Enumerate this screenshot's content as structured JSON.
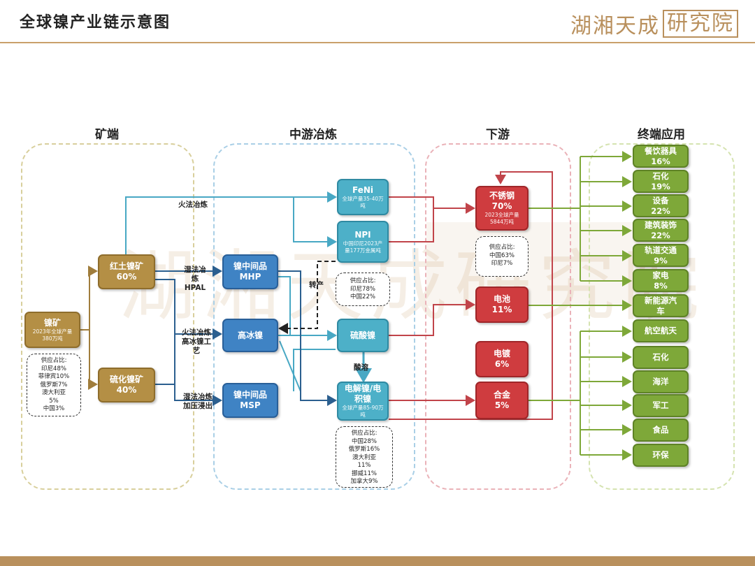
{
  "header": {
    "title": "全球镍产业链示意图",
    "logo_text": "湖湘天成",
    "logo_box_text": "研究院",
    "watermark": "湖湘天成研究院"
  },
  "regions": {
    "mine": "矿端",
    "midstream": "中游冶炼",
    "downstream": "下游",
    "terminal": "终端应用"
  },
  "nodes": {
    "nickel_ore": {
      "name": "镍矿",
      "sub": "2023年全球产量380万吨"
    },
    "laterite": {
      "name": "红土镍矿60%"
    },
    "sulfide": {
      "name": "硫化镍矿",
      "sub": "40%"
    },
    "mhp": {
      "name": "镍中间品MHP"
    },
    "matte": {
      "name": "高冰镍"
    },
    "msp": {
      "name": "镍中间品MSP"
    },
    "feni": {
      "name": "FeNi",
      "sub": "全球产量35-40万吨"
    },
    "npi": {
      "name": "NPI",
      "sub": "中国印尼2023产量177万金属吨"
    },
    "nickel_sulfate": {
      "name": "硫酸镍"
    },
    "electro_nickel": {
      "name": "电解镍/电积镍",
      "sub": "全球产量85-90万吨"
    },
    "stainless": {
      "name": "不锈钢",
      "pct": "70%",
      "sub": "2023全球产量5844万吨"
    },
    "battery": {
      "name": "电池",
      "pct": "11%"
    },
    "plating": {
      "name": "电镀",
      "pct": "6%"
    },
    "alloy": {
      "name": "合金",
      "pct": "5%"
    }
  },
  "supply_boxes": {
    "ore": [
      "供应占比:",
      "印尼48%",
      "菲律宾10%",
      "俄罗斯7%",
      "澳大利亚",
      "5%",
      "中国3%"
    ],
    "stainless": [
      "供应占比:",
      "中国63%",
      "印尼7%"
    ],
    "sulfate": [
      "供应占比:",
      "印尼78%",
      "中国22%"
    ],
    "electro": [
      "供应占比:",
      "中国28%",
      "俄罗斯16%",
      "澳大利亚",
      "11%",
      "挪威11%",
      "加拿大9%"
    ]
  },
  "edge_labels": {
    "pyro": "火法冶炼",
    "hpal_1": "湿法冶",
    "hpal_2": "炼",
    "hpal_3": "HPAL",
    "matte_1": "火法冶炼",
    "matte_2": "高冰镍工",
    "matte_3": "艺",
    "leach_1": "湿法冶炼",
    "leach_2": "加压浸出",
    "byproduct": "转产",
    "acid": "酸溶"
  },
  "terminal_apps": [
    "餐饮器具16%",
    "石化19%",
    "设备22%",
    "建筑装饰22%",
    "轨道交通9%",
    "家电8%",
    "新能源汽车",
    "航空航天",
    "石化",
    "海洋",
    "军工",
    "食品",
    "环保"
  ],
  "colors": {
    "gold": "#b48f45",
    "blue": "#3f83c4",
    "teal": "#4db0c8",
    "red": "#cf3c3f",
    "green": "#7ea839",
    "mine_link": "#a07d3c",
    "mid_link_blue": "#2b5f8f",
    "mid_link_teal": "#48a8c4",
    "down_link_red": "#c1444a",
    "term_link_green": "#7ea839"
  }
}
